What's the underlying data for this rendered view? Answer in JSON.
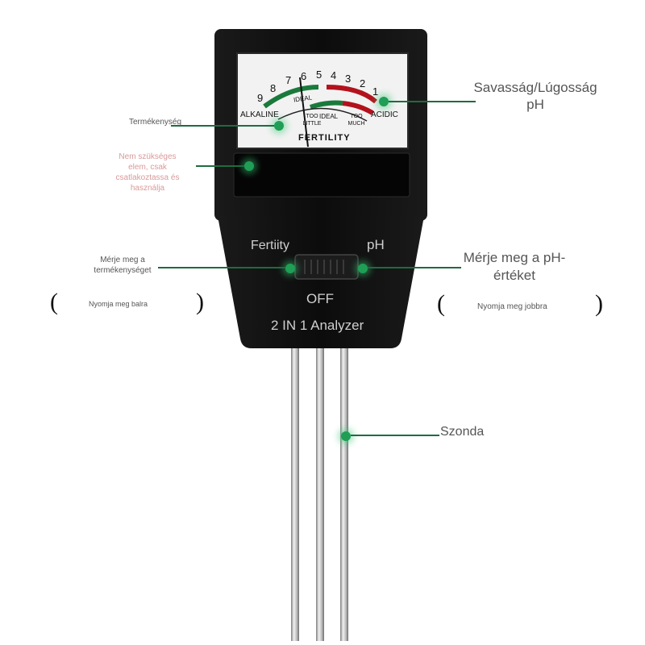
{
  "device": {
    "scale_numbers": [
      "9",
      "8",
      "7",
      "6",
      "5",
      "4",
      "3",
      "2",
      "1"
    ],
    "alkaline_label": "ALKALINE",
    "acidic_label": "ACIDIC",
    "ideal_label": "IDEAL",
    "too_little_label": "TOO LITTLE",
    "ideal2_label": "IDEAL",
    "too_much_label": "TOO MUCH",
    "fertility_label": "FERTILITY",
    "switch_left_label": "Fertiity",
    "switch_right_label": "pH",
    "off_label": "OFF",
    "model_label": "2 IN 1 Analyzer"
  },
  "callouts": {
    "ph_scale": "Savasság/Lúgosság pH",
    "fertility_scale": "Termékenység",
    "unused_element": "Nem szükséges elem, csak csatlakoztassa és használja",
    "measure_fertility": "Mérje meg a termékenységet",
    "press_left": "Nyomja meg balra",
    "measure_ph": "Mérje meg a pH-értéket",
    "press_right": "Nyomja meg jobbra",
    "probe": "Szonda"
  },
  "colors": {
    "device_body": "#111111",
    "accent_green": "#1f9e55",
    "scale_red": "#b3121c",
    "scale_green": "#1a7a3c"
  }
}
